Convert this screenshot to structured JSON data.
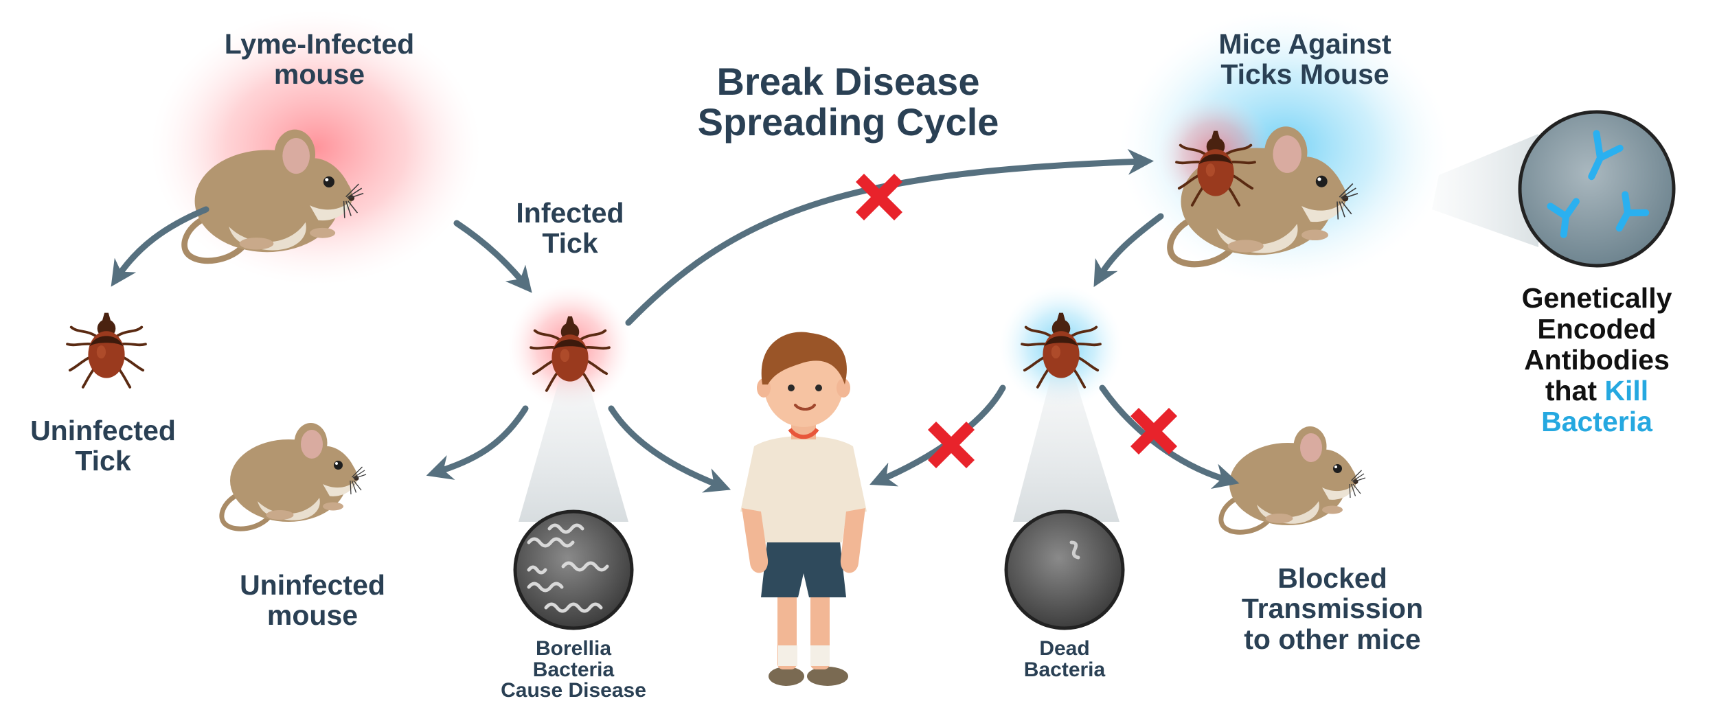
{
  "diagram": {
    "title_lines": [
      "Break Disease",
      "Spreading Cycle"
    ],
    "lyme_mouse_lines": [
      "Lyme-Infected",
      "mouse"
    ],
    "mat_mouse_lines": [
      "Mice Against",
      "Ticks Mouse"
    ],
    "infected_tick_lines": [
      "Infected",
      "Tick"
    ],
    "uninfected_tick_lines": [
      "Uninfected",
      "Tick"
    ],
    "uninfected_mouse_lines": [
      "Uninfected",
      "mouse"
    ],
    "borellia_lines": [
      "Borellia",
      "Bacteria",
      "Cause Disease"
    ],
    "dead_bacteria_lines": [
      "Dead",
      "Bacteria"
    ],
    "blocked_lines": [
      "Blocked",
      "Transmission",
      "to other mice"
    ],
    "antibodies_lines": [
      "Genetically",
      "Encoded",
      "Antibodies"
    ],
    "antibodies_line4_prefix": "that ",
    "antibodies_line4_accent": "Kill",
    "antibodies_line5_accent": "Bacteria"
  },
  "colors": {
    "text": "#2a4054",
    "arrow": "#56707f",
    "block_x": "#e8232b",
    "infected_glow": "#ff3b48",
    "protected_glow": "#1ab4f0",
    "accent_text": "#25a8e0",
    "mouse_body": "#b39670",
    "tick_body": "#9a3a1e"
  }
}
